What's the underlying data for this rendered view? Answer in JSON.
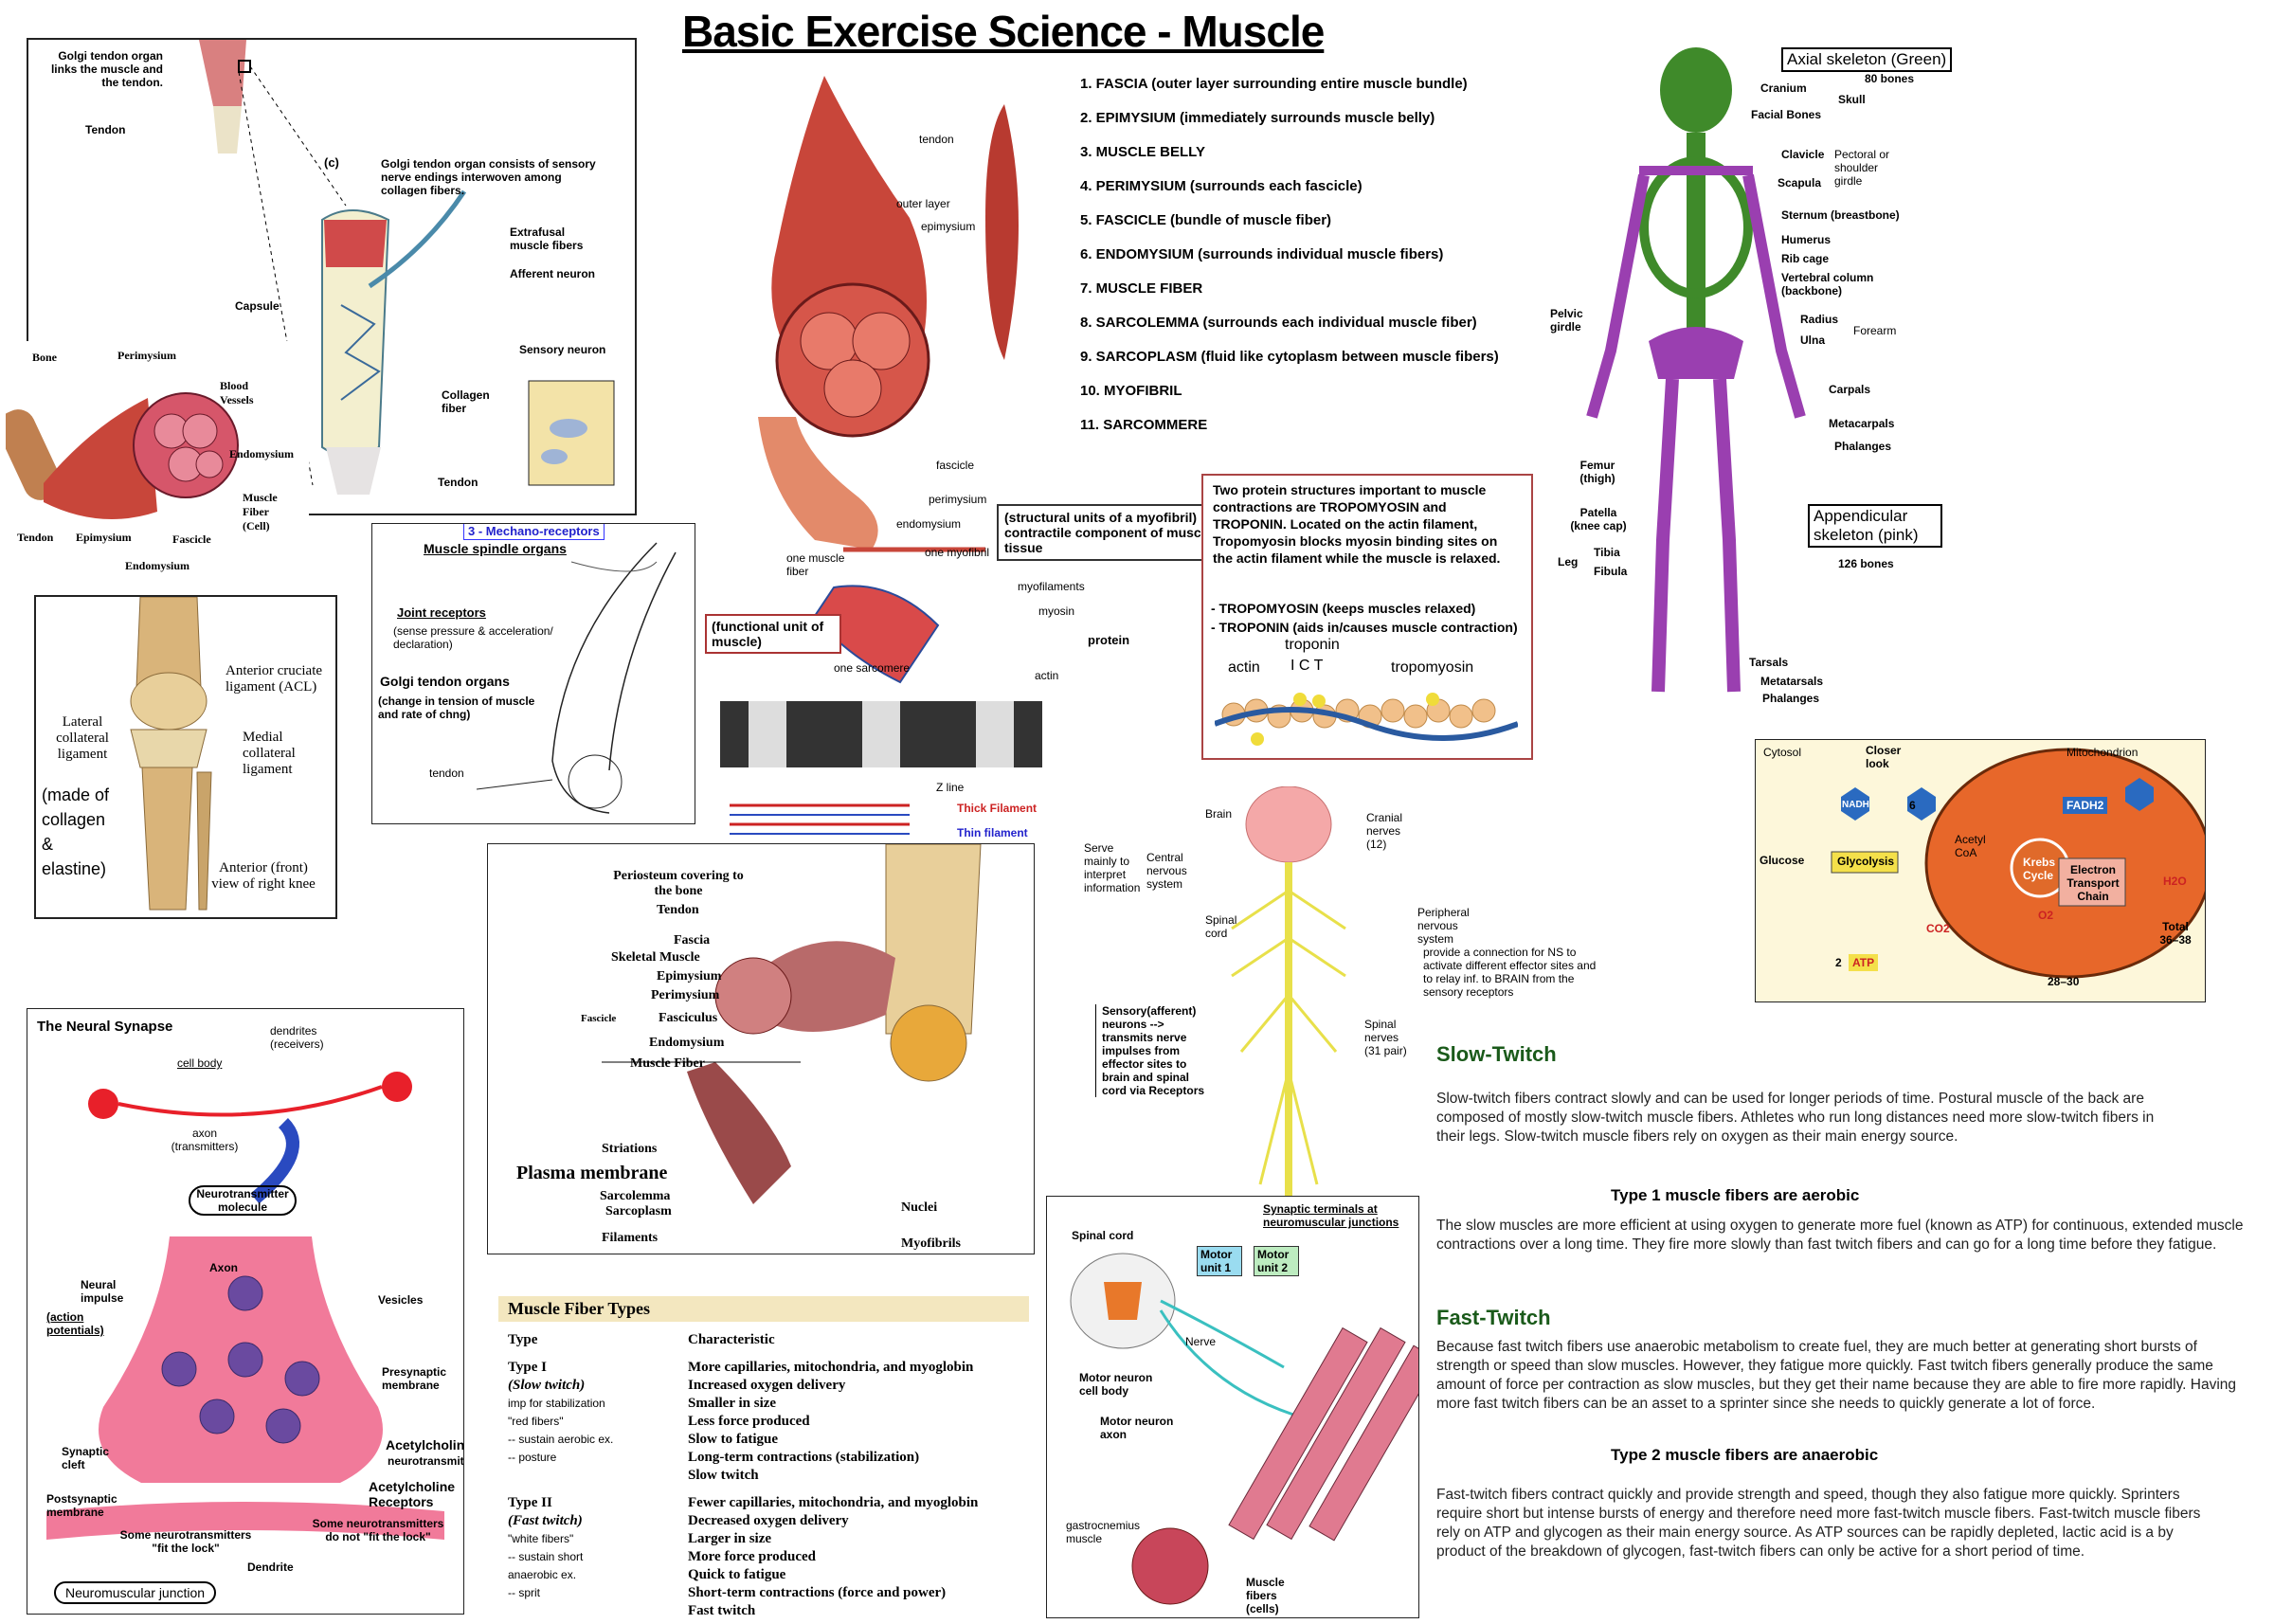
{
  "title": "Basic Exercise Science - Muscle",
  "golgi_panel": {
    "links_label": "Golgi tendon organ links the muscle and the tendon.",
    "tendon_top": "Tendon",
    "caption_c": "(c)",
    "caption": "Golgi tendon organ consists of sensory nerve endings interwoven among collagen fibers.",
    "extrafusal": "Extrafusal muscle fibers",
    "afferent": "Afferent neuron",
    "capsule": "Capsule",
    "sensory": "Sensory neuron",
    "collagen": "Collagen fiber",
    "tendon_bottom": "Tendon"
  },
  "muscle_cross": {
    "bone": "Bone",
    "perimysium": "Perimysium",
    "blood": "Blood Vessels",
    "endomysium": "Endomysium",
    "muscle_fiber": "Muscle Fiber (Cell)",
    "tendon": "Tendon",
    "epimysium": "Epimysium",
    "fascicle": "Fascicle",
    "endomysium2": "Endomysium"
  },
  "knee": {
    "acl": "Anterior cruciate ligament (ACL)",
    "lcl": "Lateral collateral ligament",
    "mcl": "Medial collateral ligament",
    "made_of": "(made of collagen & elastine)",
    "caption": "Anterior (front) view of right knee"
  },
  "mechano": {
    "header": "3 - Mechano-receptors",
    "spindle": "Muscle spindle organs",
    "joint": "Joint receptors",
    "joint_note": "(sense pressure & acceleration/ declaration)",
    "golgi": "Golgi tendon organs",
    "golgi_note": "(change in tension of muscle and rate of chng)",
    "tendon": "tendon"
  },
  "muscle_structure": {
    "tendon": "tendon",
    "outer_layer": "outer layer",
    "epimysium": "epimysium",
    "fascicle": "fascicle",
    "perimysium": "perimysium",
    "endomysium": "endomysium",
    "one_fiber": "one muscle fiber",
    "one_myofibril": "one myofibril",
    "myofilaments": "myofilaments",
    "myosin": "myosin",
    "actin": "actin",
    "protein": "protein",
    "structural": "(structural units of a myofibril) contractile component of muscle tissue",
    "functional": "(functional unit of muscle)",
    "one_sarcomere": "one sarcomere",
    "z_line": "Z line",
    "thick": "Thick Filament",
    "thin": "Thin filament"
  },
  "layers_list": [
    "1. FASCIA (outer layer surrounding entire muscle bundle)",
    "2. EPIMYSIUM (immediately surrounds muscle belly)",
    "3. MUSCLE BELLY",
    "4. PERIMYSIUM (surrounds each fascicle)",
    "5. FASCICLE (bundle of muscle fiber)",
    "6. ENDOMYSIUM (surrounds individual muscle fibers)",
    "7. MUSCLE FIBER",
    "8. SARCOLEMMA (surrounds each individual muscle fiber)",
    "9. SARCOPLASM (fluid like cytoplasm between muscle fibers)",
    "10. MYOFIBRIL",
    "11. SARCOMMERE"
  ],
  "proteins": {
    "text1": "Two protein structures important to muscle contractions are TROPOMYOSIN and TROPONIN. Located on the actin filament, Tropomyosin blocks myosin binding sites on the actin filament while the muscle is relaxed.",
    "trop1": "- TROPOMYOSIN (keeps muscles relaxed)",
    "trop2": "- TROPONIN (aids in/causes muscle contraction)",
    "troponin": "troponin",
    "actin": "actin",
    "ict": "I C T",
    "tropomyosin": "tropomyosin"
  },
  "skeleton": {
    "axial": "Axial skeleton (Green)",
    "axial_count": "80 bones",
    "cranium": "Cranium",
    "skull": "Skull",
    "facial": "Facial Bones",
    "clavicle": "Clavicle",
    "scapula": "Scapula",
    "pectoral": "Pectoral or shoulder girdle",
    "sternum": "Sternum (breastbone)",
    "humerus": "Humerus",
    "ribcage": "Rib cage",
    "vertebral": "Vertebral column (backbone)",
    "pelvic": "Pelvic girdle",
    "radius": "Radius",
    "ulna": "Ulna",
    "forearm": "Forearm",
    "carpals": "Carpals",
    "metacarpals": "Metacarpals",
    "phalanges": "Phalanges",
    "femur": "Femur (thigh)",
    "patella": "Patella (knee cap)",
    "leg": "Leg",
    "tibia": "Tibia",
    "fibula": "Fibula",
    "appendicular": "Appendicular skeleton (pink)",
    "app_count": "126 bones",
    "tarsals": "Tarsals",
    "metatarsals": "Metatarsals",
    "phalanges2": "Phalanges"
  },
  "metabolism": {
    "cytosol": "Cytosol",
    "closer": "Closer look",
    "mito": "Mitochondrion",
    "glucose": "Glucose",
    "glycolysis": "Glycolysis",
    "acetyl": "Acetyl CoA",
    "krebs": "Krebs Cycle",
    "etc": "Electron Transport Chain",
    "nadh": "NADH",
    "fadh": "FADH2",
    "atp": "ATP",
    "total": "Total 36–38",
    "n2": "2",
    "n6": "6",
    "n28": "28–30",
    "co2": "CO2",
    "o2": "O2",
    "h2o": "H2O"
  },
  "synapse": {
    "title": "The Neural Synapse",
    "dendrites": "dendrites (receivers)",
    "cell_body": "cell body",
    "axon_label": "axon (transmitters)",
    "nt_molecule": "Neurotransmitter molecule",
    "axon": "Axon",
    "neural": "Neural impulse",
    "action": "(action potentials)",
    "vesicles": "Vesicles",
    "presynaptic": "Presynaptic membrane",
    "cleft": "Synaptic cleft",
    "ach": "Acetylcholine",
    "ach_nt": "neurotransmitters",
    "ach_r": "Acetylcholine Receptors",
    "postsynaptic": "Postsynaptic membrane",
    "fit": "Some neurotransmitters \"fit the lock\"",
    "notfit": "Some neurotransmitters do not \"fit the lock\"",
    "dendrite": "Dendrite",
    "nmj": "Neuromuscular junction"
  },
  "bone_panel": {
    "periosteum": "Periosteum covering to the bone",
    "tendon": "Tendon",
    "fascia": "Fascia",
    "skeletal": "Skeletal Muscle",
    "epimysium": "Epimysium",
    "perimysium": "Perimysium",
    "fascicle_side": "Fascicle",
    "fasciculus": "Fasciculus",
    "endomysium": "Endomysium",
    "muscle_fiber": "Muscle Fiber",
    "striations": "Striations",
    "plasma": "Plasma membrane",
    "sarcolemma": "Sarcolemma",
    "sarcoplasm": "Sarcoplasm",
    "nuclei": "Nuclei",
    "filaments": "Filaments",
    "myofibrils": "Myofibrils"
  },
  "nervous": {
    "brain": "Brain",
    "spinal": "Spinal cord",
    "cns": "Central nervous system",
    "serve": "Serve mainly to interpret information",
    "cranial": "Cranial nerves (12)",
    "pns": "Peripheral nervous system",
    "provide": "provide a connection for NS to activate different effector sites and to relay inf. to BRAIN from the sensory receptors",
    "spinal_n": "Spinal nerves (31 pair)",
    "sensory": "Sensory(afferent) neurons --> transmits nerve impulses from effector sites to brain and spinal cord via Receptors"
  },
  "fiber_types": {
    "header": "Muscle Fiber Types",
    "col1": "Type",
    "col2": "Characteristic",
    "t1_name": "Type I",
    "t1_sub": "(Slow twitch)",
    "t1_notes": [
      "imp for stabilization",
      "\"red fibers\"",
      "-- sustain aerobic ex.",
      "-- posture"
    ],
    "t1_chars": [
      "More capillaries, mitochondria, and myoglobin",
      "Increased oxygen delivery",
      "Smaller in size",
      "Less force produced",
      "Slow to fatigue",
      "Long-term contractions (stabilization)",
      "Slow twitch"
    ],
    "t2_name": "Type II",
    "t2_sub": "(Fast twitch)",
    "t2_notes": [
      "\"white fibers\"",
      "-- sustain short anaerobic ex.",
      "-- sprit"
    ],
    "t2_chars": [
      "Fewer capillaries, mitochondria, and myoglobin",
      "Decreased oxygen delivery",
      "Larger in size",
      "More force produced",
      "Quick to fatigue",
      "Short-term contractions (force and power)",
      "Fast twitch"
    ]
  },
  "motor": {
    "spinal": "Spinal cord",
    "synaptic": "Synaptic terminals at neuromuscular junctions",
    "mu1": "Motor unit 1",
    "mu2": "Motor unit 2",
    "nerve": "Nerve",
    "cell_body": "Motor neuron cell body",
    "axon": "Motor neuron axon",
    "gastro": "gastrocnemius muscle",
    "fibers": "Muscle fibers (cells)"
  },
  "twitch": {
    "slow_h": "Slow-Twitch",
    "slow_p": "Slow-twitch fibers contract slowly and can be used for longer periods of time. Postural muscle of the back are composed of mostly slow-twitch muscle fibers. Athletes who run long distances need more slow-twitch fibers in their legs. Slow-twitch muscle fibers rely on oxygen as their main energy source.",
    "type1_h": "Type 1 muscle fibers are aerobic",
    "type1_p": "The slow muscles are more efficient at using oxygen to generate more fuel (known as ATP) for continuous, extended muscle contractions over a long time. They fire more slowly than fast twitch fibers and can go for a long time before they fatigue.",
    "fast_h": "Fast-Twitch",
    "fast_p": "Because fast twitch fibers use anaerobic metabolism to create fuel, they are much better at generating short bursts of strength or speed than slow muscles. However, they fatigue more quickly. Fast twitch fibers generally produce the same amount of force per contraction as slow muscles, but they get their name because they are able to fire more rapidly. Having more fast twitch fibers can be an asset to a sprinter since she needs to quickly generate a lot of force.",
    "type2_h": "Type 2 muscle fibers are anaerobic",
    "type2_p": "Fast-twitch fibers contract quickly and provide strength and speed, though they also fatigue more quickly. Sprinters require short but intense bursts of energy and therefore need more fast-twitch muscle fibers. Fast-twitch muscle fibers rely on ATP and glycogen as their main energy source. As ATP sources can be rapidly depleted, lactic acid is a by product of the breakdown of glycogen, fast-twitch fibers can only be active for a short period of time."
  },
  "colors": {
    "muscle": "#c8463a",
    "muscle_light": "#e38a7a",
    "axial": "#3f8a2a",
    "appendicular": "#9a3fb0",
    "nerve_yellow": "#e8e04a",
    "slow_green": "#1a5a1a"
  }
}
